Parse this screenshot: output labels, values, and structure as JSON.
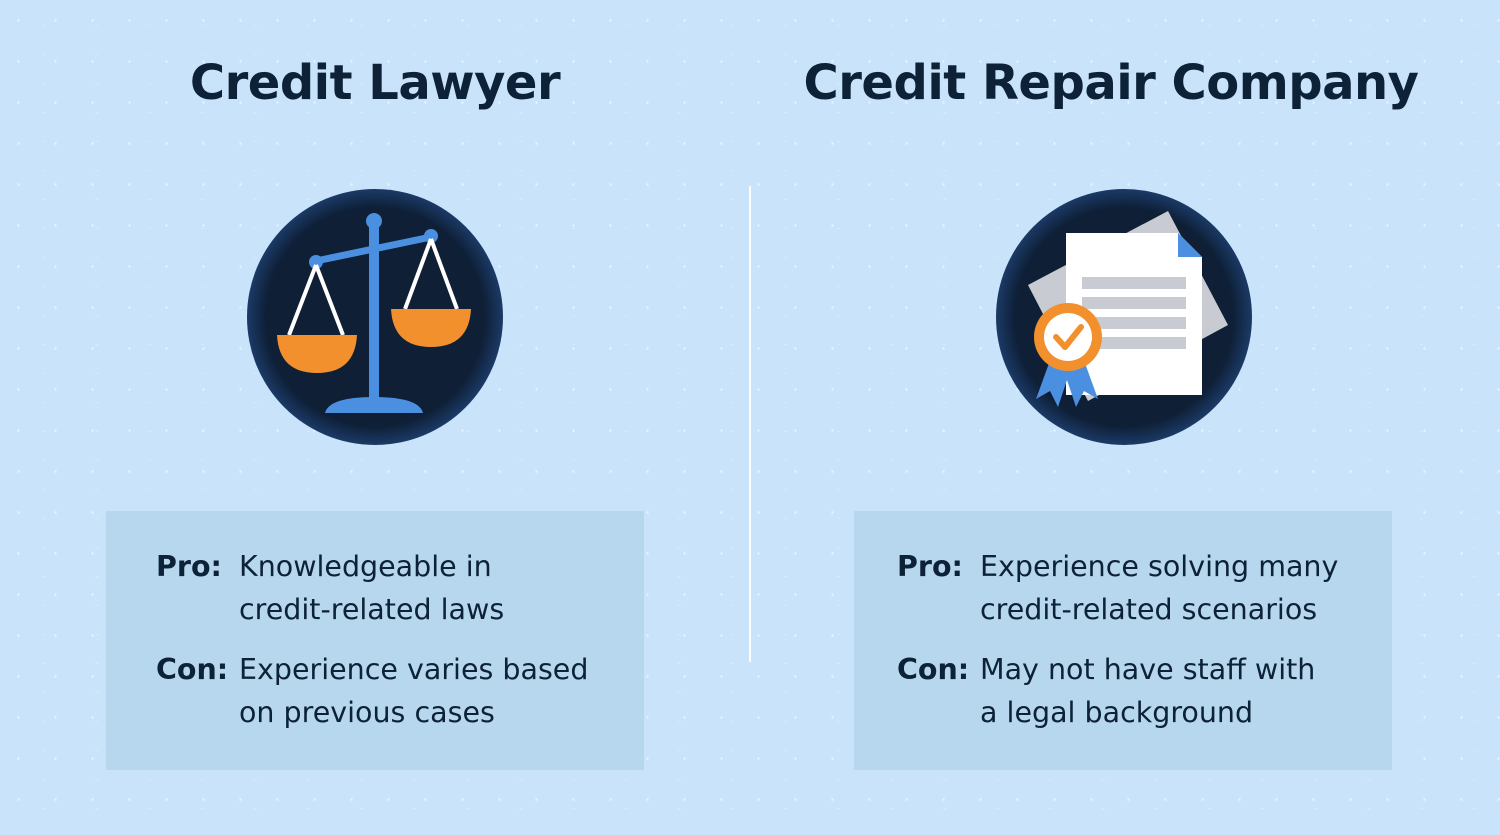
{
  "left": {
    "title": "Credit Lawyer",
    "icon": "scales-of-justice-icon",
    "pro_label": "Pro:",
    "pro_text": "Knowledgeable in\ncredit-related laws",
    "con_label": "Con:",
    "con_text": "Experience varies based\non previous cases"
  },
  "right": {
    "title": "Credit Repair Company",
    "icon": "certificate-document-icon",
    "pro_label": "Pro:",
    "pro_text": "Experience solving many\ncredit-related scenarios",
    "con_label": "Con:",
    "con_text": "May not have staff with\na legal background"
  },
  "colors": {
    "background": "#c9e4fa",
    "card": "#b7d7ee",
    "text": "#0d2236",
    "circle": "#0e1f36",
    "accent_blue": "#4a8fe0",
    "accent_orange": "#f2902e"
  }
}
